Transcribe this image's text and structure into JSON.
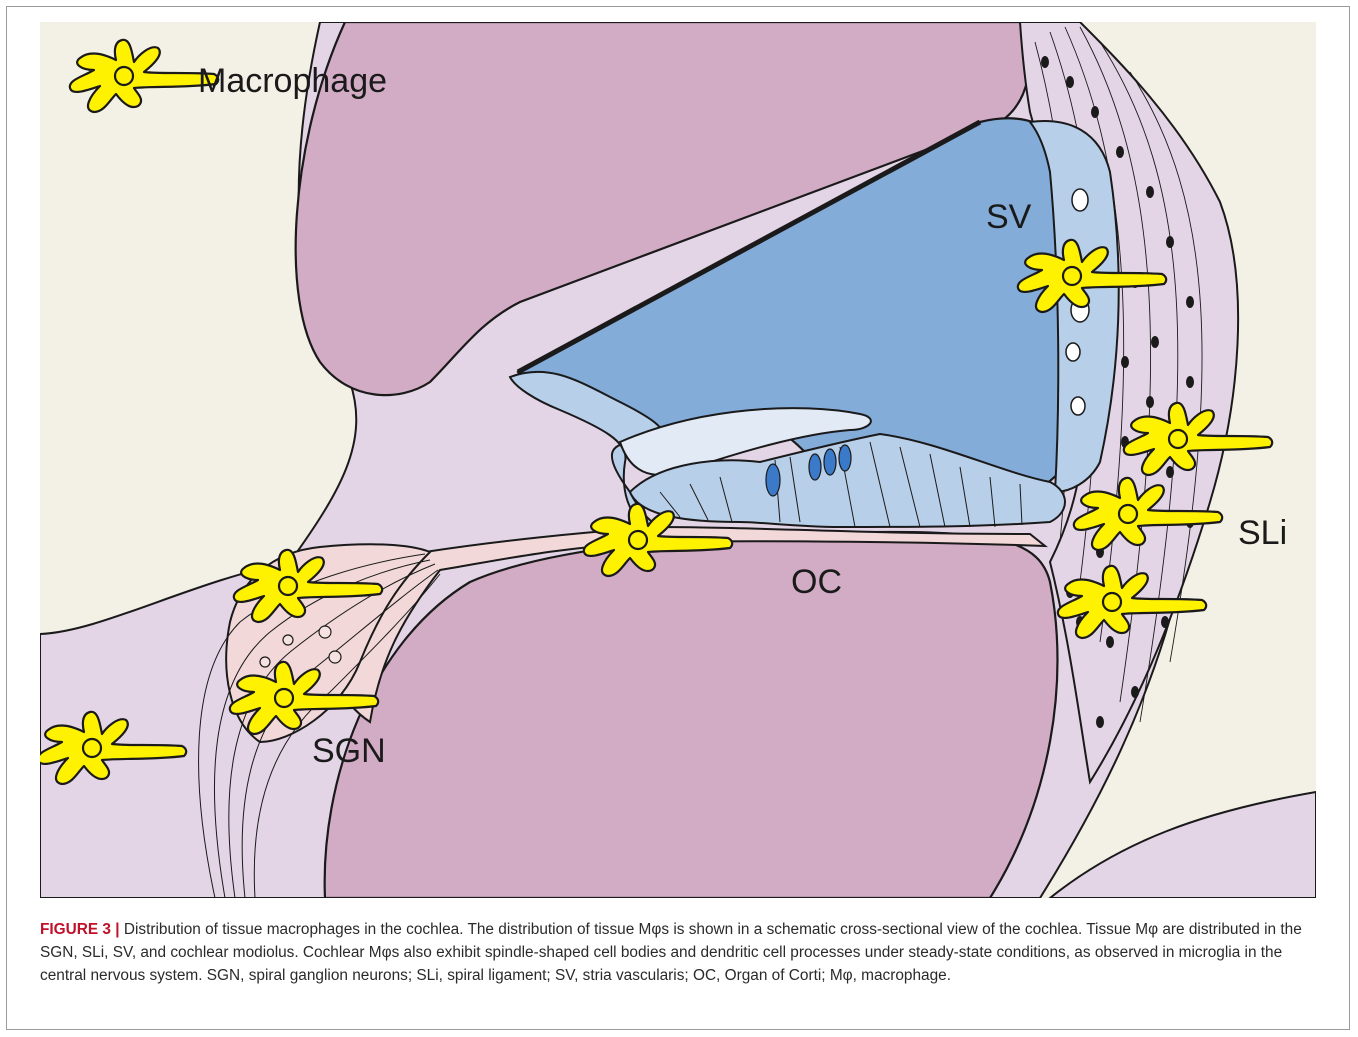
{
  "figure": {
    "legend_label": "Macrophage",
    "labels": {
      "sv": "SV",
      "sli": "SLi",
      "oc": "OC",
      "sgn": "SGN"
    }
  },
  "caption": {
    "figure_number": "FIGURE 3 |",
    "text": " Distribution of tissue macrophages in the cochlea. The distribution of tissue Mφs is shown in a schematic cross-sectional view of the cochlea. Tissue Mφ are distributed in the SGN, SLi, SV, and cochlear modiolus. Cochlear Mφs also exhibit spindle-shaped cell bodies and dendritic cell processes under steady-state conditions, as observed in microglia in the central nervous system. SGN, spiral ganglion neurons; SLi, spiral ligament; SV, stria vascularis; OC, Organ of Corti; Mφ, macrophage."
  },
  "colors": {
    "background_cream": "#f3f1e6",
    "tissue_lilac": "#e3d4e6",
    "scala_mauve": "#d2abc4",
    "endolymph_blue": "#84acd9",
    "stria_lightblue": "#b8cfe9",
    "ganglion_pink": "#f2d8d8",
    "macrophage_yellow": "#fff200"
  }
}
